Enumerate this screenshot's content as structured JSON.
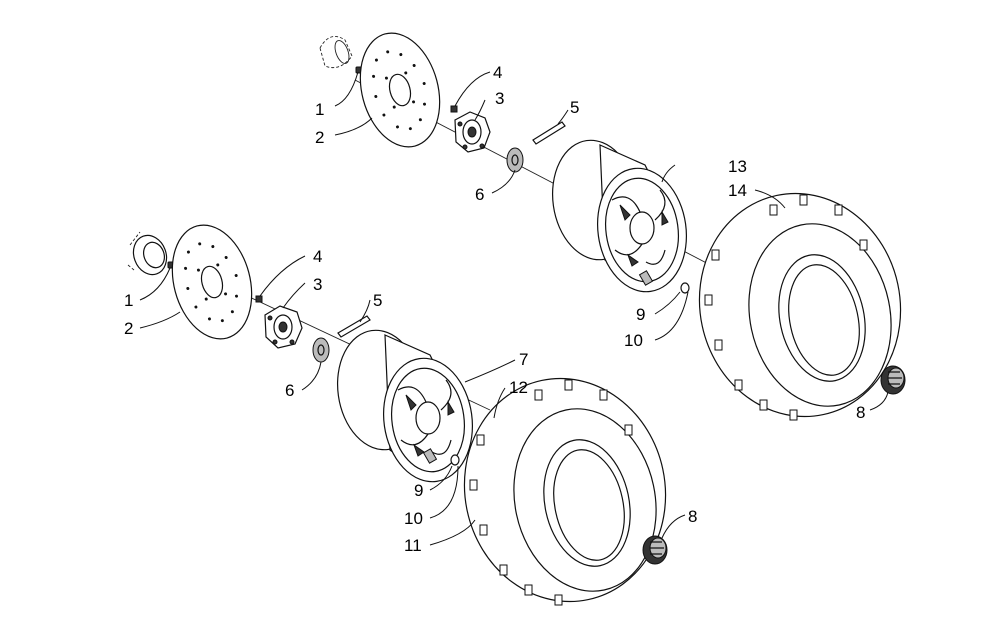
{
  "callouts": {
    "upper": {
      "c1": "1",
      "c2": "2",
      "c3": "3",
      "c4": "4",
      "c5": "5",
      "c6": "6",
      "c9": "9",
      "c10": "10",
      "c13": "13",
      "c14": "14",
      "c8": "8"
    },
    "lower": {
      "c1": "1",
      "c2": "2",
      "c3": "3",
      "c4": "4",
      "c5": "5",
      "c6": "6",
      "c7": "7",
      "c12": "12",
      "c9": "9",
      "c10": "10",
      "c11": "11",
      "c8": "8"
    }
  }
}
